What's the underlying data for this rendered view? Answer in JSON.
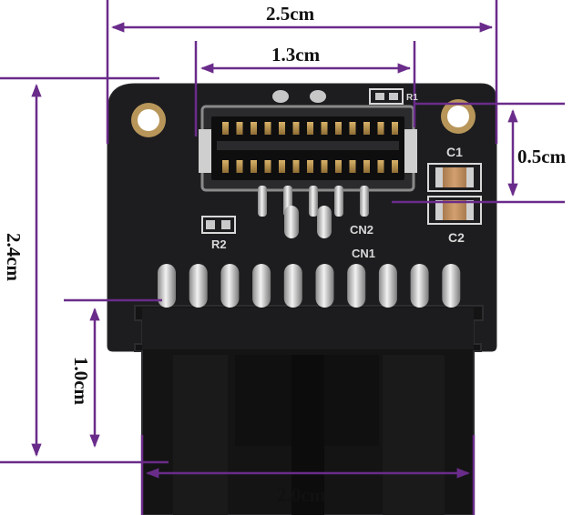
{
  "dimensions": {
    "overall_width": "2.5cm",
    "header_width": "1.3cm",
    "header_height": "0.5cm",
    "overall_height": "2.4cm",
    "connector_height": "1.0cm",
    "connector_width": "2.0cm"
  },
  "silkscreen": {
    "c1": "C1",
    "c2": "C2",
    "r1": "R1",
    "r2": "R2",
    "cn2": "CN2",
    "cn1": "CN1"
  },
  "colors": {
    "dimension_line": "#6a2c8a",
    "pcb": "#1d1d1f",
    "connector": "#161616",
    "pins": "#c9c9c9",
    "capacitor": "#b8875a"
  }
}
